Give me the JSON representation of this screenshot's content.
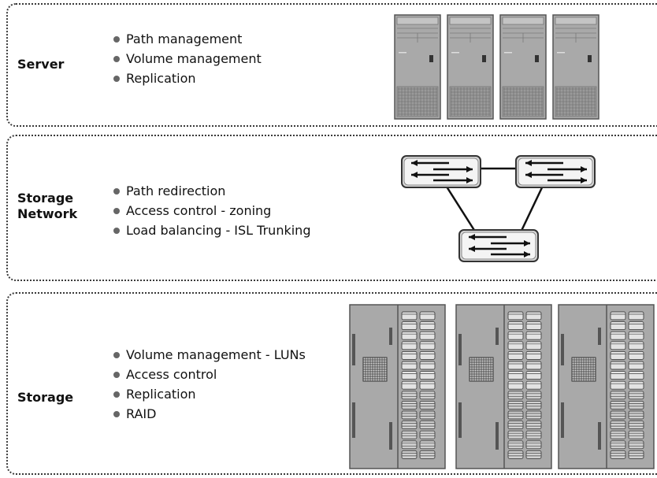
{
  "sections": [
    {
      "label": "Server",
      "bullets": [
        "Path management",
        "Volume management",
        "Replication"
      ]
    },
    {
      "label_lines": [
        "Storage",
        "Network"
      ],
      "bullets": [
        "Path redirection",
        "Access control - zoning",
        "Load balancing - ISL Trunking"
      ]
    },
    {
      "label": "Storage",
      "bullets": [
        "Volume management - LUNs",
        "Access control",
        "Replication",
        "RAID"
      ]
    }
  ],
  "icons": {
    "server": "server-tower-icon",
    "switch": "fc-switch-icon",
    "storage": "storage-array-icon"
  }
}
